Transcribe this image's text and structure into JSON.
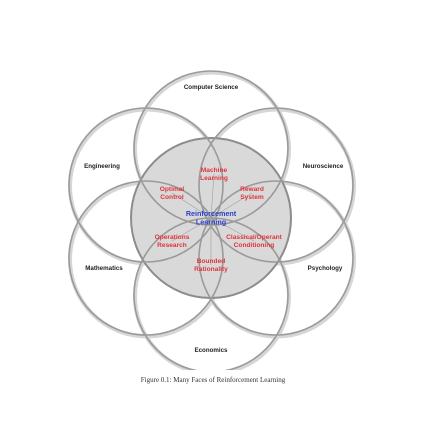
{
  "diagram": {
    "outer_fields": [
      {
        "key": "computer-science",
        "label": "Computer Science"
      },
      {
        "key": "neuroscience",
        "label": "Neuroscience"
      },
      {
        "key": "psychology",
        "label": "Psychology"
      },
      {
        "key": "economics",
        "label": "Economics"
      },
      {
        "key": "mathematics",
        "label": "Mathematics"
      },
      {
        "key": "engineering",
        "label": "Engineering"
      }
    ],
    "inner_topics": [
      {
        "key": "machine-learning",
        "lines": [
          "Machine",
          "Learning"
        ]
      },
      {
        "key": "reward-system",
        "lines": [
          "Reward",
          "System"
        ]
      },
      {
        "key": "classical-conditioning",
        "lines": [
          "Classical/Operant",
          "Conditioning"
        ]
      },
      {
        "key": "bounded-rationality",
        "lines": [
          "Bounded",
          "Rationality"
        ]
      },
      {
        "key": "operations-research",
        "lines": [
          "Operations",
          "Research"
        ]
      },
      {
        "key": "optimal-control",
        "lines": [
          "Optimal",
          "Control"
        ]
      }
    ],
    "core": {
      "lines": [
        "Reinforcement",
        "Learning"
      ]
    },
    "colors": {
      "outer_stroke": "#9a9a9a",
      "inner_fill": "#d9d9d9",
      "inner_topic_text": "#e0343a",
      "core_text": "#2b3fc8",
      "field_text": "#222222"
    }
  },
  "caption": "Figure 0.1: Many Faces of Reinforcement Learning"
}
